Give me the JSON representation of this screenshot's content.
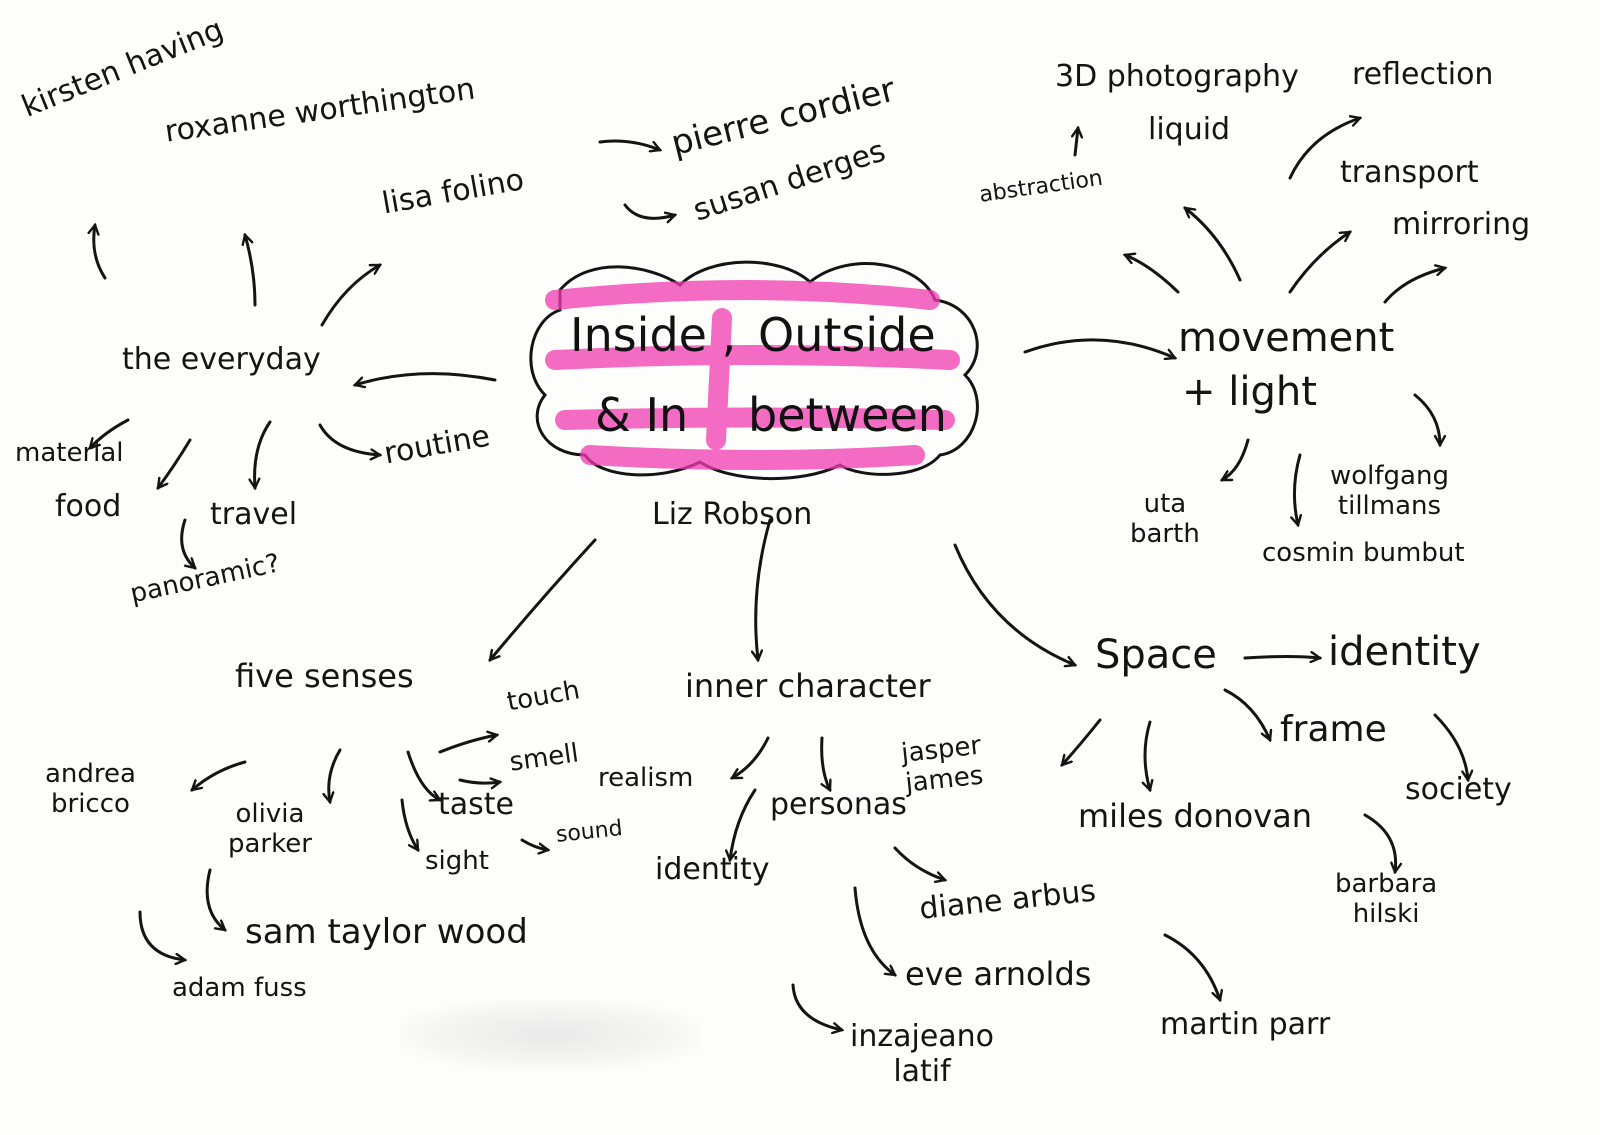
{
  "center": {
    "line1_a": "Inside ,",
    "line1_b": "Outside",
    "line2_a": "& In",
    "line2_b": "between",
    "author": "Liz Robson"
  },
  "everyday": {
    "title": "the everyday",
    "items": {
      "kirsten": "kirsten having",
      "roxanne": "roxanne worthington",
      "lisa": "lisa folino",
      "pierre": "pierre cordier",
      "susan": "susan derges",
      "material": "material",
      "food": "food",
      "travel": "travel",
      "routine": "routine",
      "panoramic": "panoramic?"
    }
  },
  "movement": {
    "title1": "movement",
    "title2": "+ light",
    "items": {
      "photo3d": "3D photography",
      "reflection": "reflection",
      "liquid": "liquid",
      "abstraction": "abstraction",
      "transport": "transport",
      "mirroring": "mirroring",
      "uta": "uta\nbarth",
      "wolfgang": "wolfgang\ntillmans",
      "cosmin": "cosmin bumbut"
    }
  },
  "senses": {
    "title": "five senses",
    "items": {
      "andrea": "andrea\nbricco",
      "olivia": "olivia\nparker",
      "touch": "touch",
      "smell": "smell",
      "taste": "taste",
      "sound": "sound",
      "sight": "sight",
      "sam": "sam taylor wood",
      "adam": "adam fuss"
    }
  },
  "inner": {
    "title": "inner character",
    "items": {
      "realism": "realism",
      "personas": "personas",
      "identity": "identity",
      "diane": "diane arbus",
      "eve": "eve arnolds",
      "inzajeano": "inzajeano\nlatif",
      "martin": "martin parr"
    }
  },
  "space": {
    "title": "Space",
    "items": {
      "identity": "identity",
      "frame": "frame",
      "society": "society",
      "jasper": "jasper\njames",
      "miles": "miles donovan",
      "barbara": "barbara\nhilski"
    }
  },
  "colors": {
    "ink": "#141414",
    "highlight": "#f03bb0"
  }
}
